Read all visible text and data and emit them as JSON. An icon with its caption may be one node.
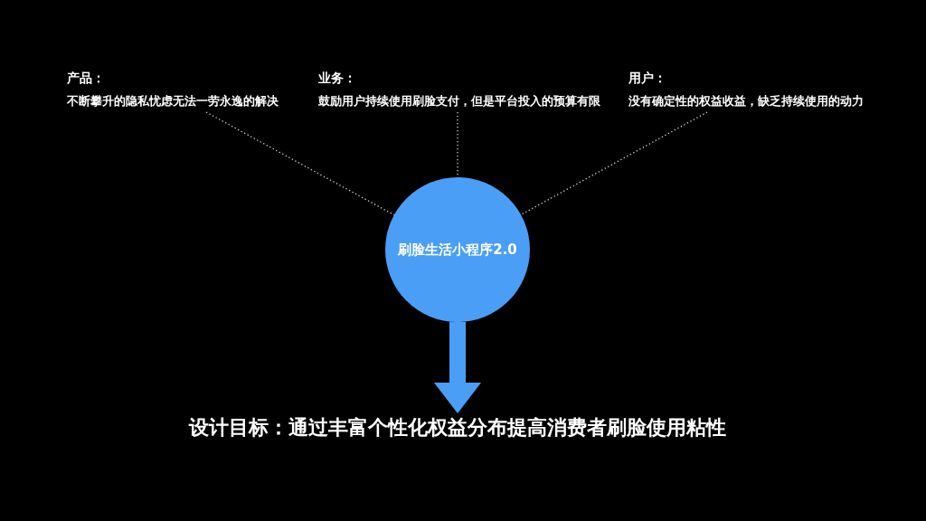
{
  "diagram": {
    "nodes": [
      {
        "text": [
          "产品：",
          "不断攀升的隐私忧虑无法一劳永逸的解决"
        ]
      },
      {
        "text": [
          "业务：",
          "鼓励用户持续使用刷脸支付，但是平台投入的预算有限"
        ]
      },
      {
        "text": [
          "用户：",
          "没有确定性的权益收益，缺乏持续使用的动力"
        ]
      },
      {
        "text": [
          "刷脸生活小程序2.0"
        ]
      },
      {
        "text": [
          "设计目标：通过丰富个性化权益分布提高消费者刷脸使用粘性"
        ]
      }
    ],
    "edges": [
      {
        "from": 0,
        "to": 3,
        "arrow": "none",
        "style": "dashed"
      },
      {
        "from": 1,
        "to": 3,
        "arrow": "none",
        "style": "dashed"
      },
      {
        "from": 2,
        "to": 3,
        "arrow": "none",
        "style": "dashed"
      },
      {
        "from": 3,
        "to": 4,
        "arrow": "to",
        "style": "thick",
        "color": "#4b9ef5"
      }
    ]
  }
}
